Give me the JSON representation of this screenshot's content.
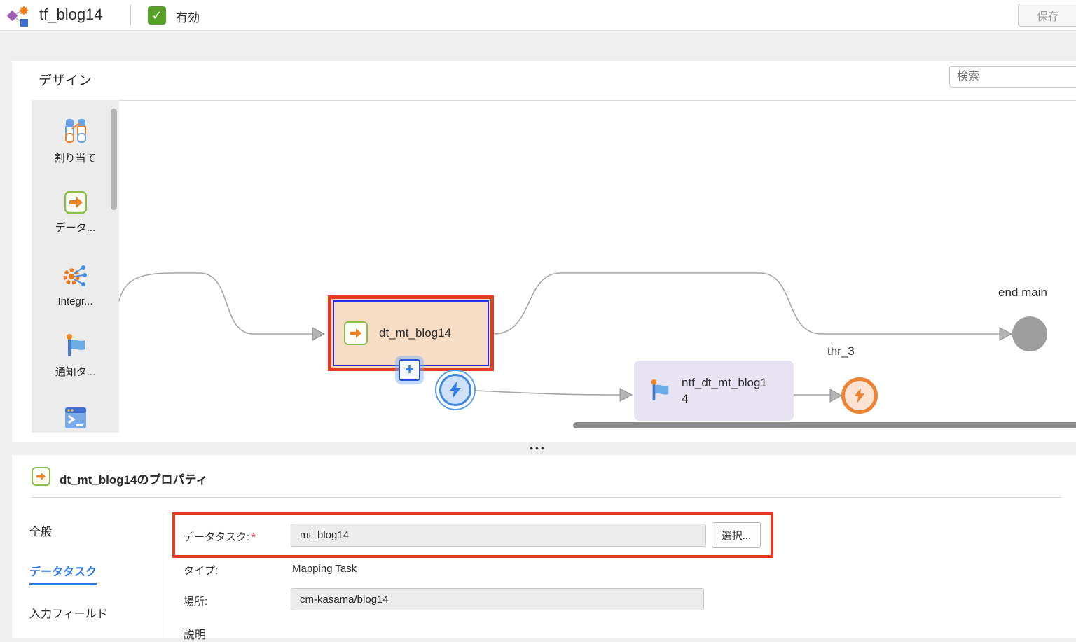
{
  "header": {
    "title": "tf_blog14",
    "enabled_label": "有効",
    "check_glyph": "✓",
    "save_label": "保存"
  },
  "design": {
    "title": "デザイン",
    "search_placeholder": "検索",
    "palette": [
      {
        "icon": "assignment-icon",
        "label": "割り当て"
      },
      {
        "icon": "data-task-icon",
        "label": "データ..."
      },
      {
        "icon": "integration-icon",
        "label": "Integr..."
      },
      {
        "icon": "notification-icon",
        "label": "通知タ..."
      },
      {
        "icon": "command-task-icon",
        "label": ""
      }
    ],
    "canvas": {
      "data_task_node": {
        "label": "dt_mt_blog14"
      },
      "plus_glyph": "+",
      "notification_node": {
        "label_line1": "ntf_dt_mt_blog1",
        "label_line2": "4"
      },
      "throw_node": {
        "label": "thr_3"
      },
      "end_node": {
        "label": "end main"
      }
    },
    "splitter_dots": "•••"
  },
  "properties": {
    "title": "dt_mt_blog14のプロパティ",
    "tabs": [
      {
        "label": "全般",
        "active": false
      },
      {
        "label": "データタスク",
        "active": true
      },
      {
        "label": "入力フィールド",
        "active": false
      }
    ],
    "fields": {
      "data_task_label": "データタスク:",
      "required_mark": "*",
      "data_task_value": "mt_blog14",
      "select_button_label": "選択...",
      "type_label": "タイプ:",
      "type_value": "Mapping Task",
      "location_label": "場所:",
      "location_value": "cm-kasama/blog14",
      "description_label": "説明"
    }
  },
  "colors": {
    "annotation_red": "#e23b22",
    "selection_blue": "#2b2ed8",
    "node_peach": "#f8ddc6",
    "node_lavender": "#e8e3f2",
    "task_green_border": "#8cc04c",
    "arrow_orange": "#ee8122",
    "enabled_green": "#55a024",
    "active_tab_blue": "#2e77e5",
    "event_blue": "#3d87e0",
    "throw_orange": "#ef8230",
    "end_gray": "#9d9d9d",
    "wire_gray": "#a6a6a6"
  }
}
